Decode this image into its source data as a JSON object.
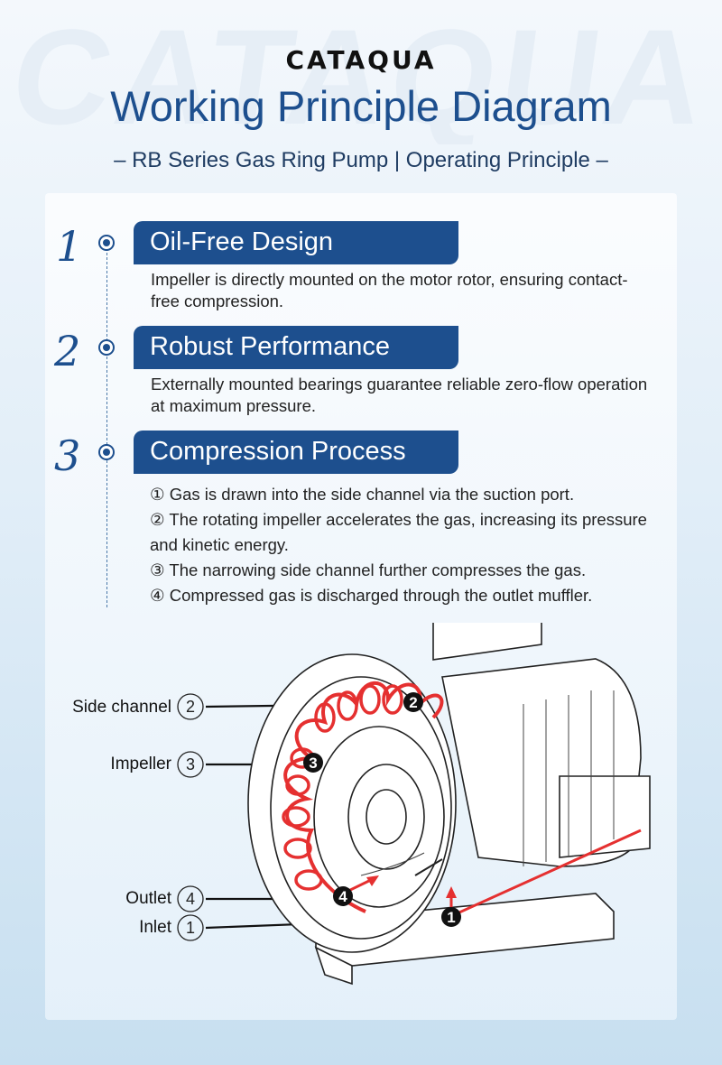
{
  "brand": "CATAQUA",
  "title": "Working Principle Diagram",
  "subtitle": "– RB Series Gas Ring Pump | Operating Principle –",
  "sections": [
    {
      "num": "1",
      "heading": "Oil-Free Design",
      "text": "Impeller is directly mounted on the motor rotor, ensuring contact-free compression."
    },
    {
      "num": "2",
      "heading": "Robust Performance",
      "text": "Externally mounted bearings guarantee reliable zero-flow operation at maximum pressure."
    },
    {
      "num": "3",
      "heading": "Compression Process",
      "steps": [
        "① Gas is drawn into the side channel via the suction port.",
        "② The rotating impeller accelerates the gas, increasing its pressure and kinetic energy.",
        "③ The narrowing side channel further compresses the gas.",
        "④ Compressed gas is discharged through the outlet muffler."
      ]
    }
  ],
  "diagram": {
    "labels": [
      {
        "text": "Side channel",
        "marker": "2"
      },
      {
        "text": "Impeller",
        "marker": "3"
      },
      {
        "text": "Outlet",
        "marker": "4"
      },
      {
        "text": "Inlet",
        "marker": "1"
      }
    ]
  },
  "colors": {
    "primary": "#1d4f8e",
    "flow": "#e53030"
  }
}
